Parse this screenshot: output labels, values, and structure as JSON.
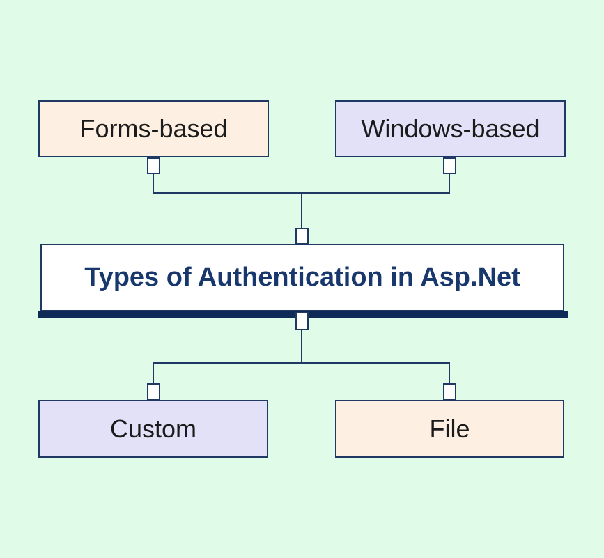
{
  "diagram": {
    "title": "Types of Authentication in Asp.Net",
    "nodes": {
      "forms": {
        "label": "Forms-based"
      },
      "windows": {
        "label": "Windows-based"
      },
      "custom": {
        "label": "Custom"
      },
      "file": {
        "label": "File"
      }
    },
    "colors": {
      "background": "#e0fbe8",
      "peach": "#fdf0e3",
      "lavender": "#e3e1f8",
      "white": "#ffffff",
      "border": "#1f3864",
      "underline": "#0e2a57",
      "title_text": "#17376d",
      "label_text": "#1b1b1b"
    }
  }
}
